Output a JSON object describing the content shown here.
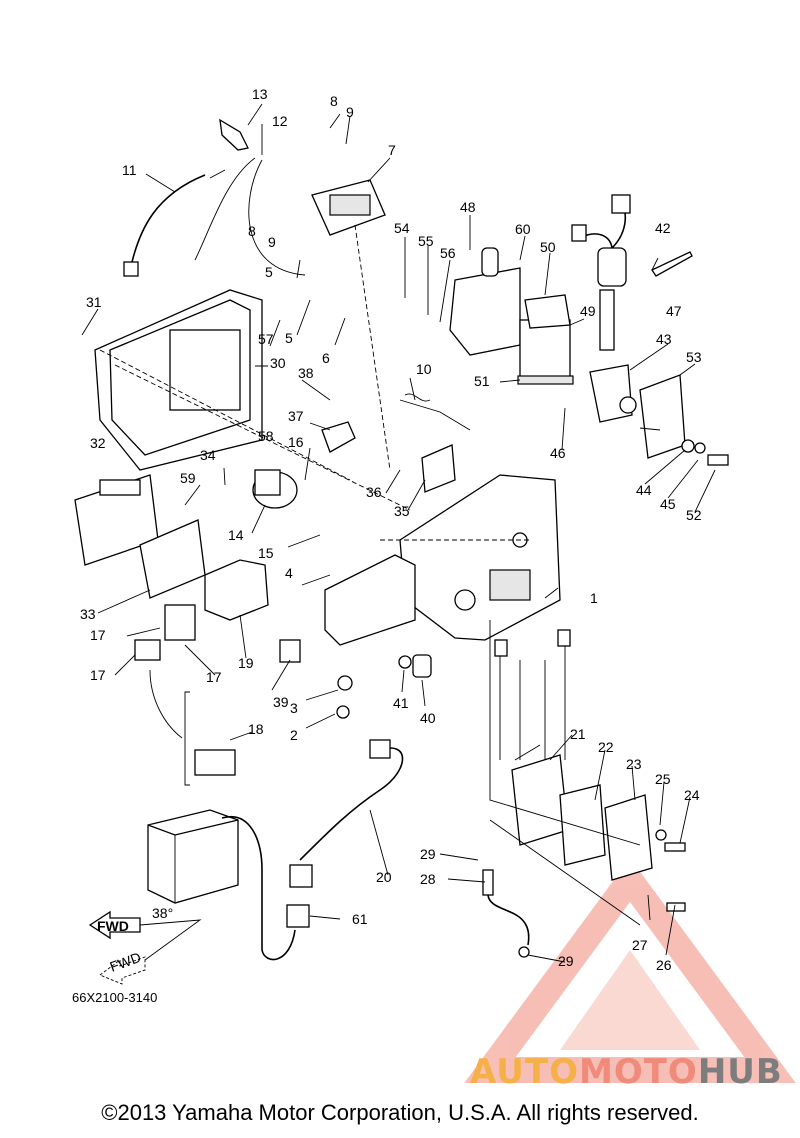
{
  "diagram": {
    "code": "66X2100-3140",
    "fwd_label": "FWD",
    "fwd_label_faded": "FWD",
    "angle_label": "38°",
    "callouts": [
      {
        "n": "1"
      },
      {
        "n": "2"
      },
      {
        "n": "3"
      },
      {
        "n": "4"
      },
      {
        "n": "5"
      },
      {
        "n": "5"
      },
      {
        "n": "6"
      },
      {
        "n": "7"
      },
      {
        "n": "8"
      },
      {
        "n": "8"
      },
      {
        "n": "9"
      },
      {
        "n": "9"
      },
      {
        "n": "10"
      },
      {
        "n": "11"
      },
      {
        "n": "12"
      },
      {
        "n": "13"
      },
      {
        "n": "14"
      },
      {
        "n": "15"
      },
      {
        "n": "16"
      },
      {
        "n": "17"
      },
      {
        "n": "17"
      },
      {
        "n": "17"
      },
      {
        "n": "18"
      },
      {
        "n": "19"
      },
      {
        "n": "20"
      },
      {
        "n": "21"
      },
      {
        "n": "22"
      },
      {
        "n": "23"
      },
      {
        "n": "24"
      },
      {
        "n": "25"
      },
      {
        "n": "26"
      },
      {
        "n": "27"
      },
      {
        "n": "28"
      },
      {
        "n": "29"
      },
      {
        "n": "29"
      },
      {
        "n": "30"
      },
      {
        "n": "31"
      },
      {
        "n": "32"
      },
      {
        "n": "33"
      },
      {
        "n": "34"
      },
      {
        "n": "35"
      },
      {
        "n": "36"
      },
      {
        "n": "37"
      },
      {
        "n": "38"
      },
      {
        "n": "39"
      },
      {
        "n": "40"
      },
      {
        "n": "41"
      },
      {
        "n": "42"
      },
      {
        "n": "43"
      },
      {
        "n": "44"
      },
      {
        "n": "45"
      },
      {
        "n": "46"
      },
      {
        "n": "47"
      },
      {
        "n": "48"
      },
      {
        "n": "49"
      },
      {
        "n": "50"
      },
      {
        "n": "51"
      },
      {
        "n": "52"
      },
      {
        "n": "53"
      },
      {
        "n": "54"
      },
      {
        "n": "55"
      },
      {
        "n": "56"
      },
      {
        "n": "57"
      },
      {
        "n": "58"
      },
      {
        "n": "59"
      },
      {
        "n": "60"
      },
      {
        "n": "61"
      }
    ]
  },
  "watermark": {
    "text_part1": "AUTO",
    "text_part2": "MOTO",
    "text_part3": "HUB",
    "color_auto": "#f5b04a",
    "color_moto": "#f08a7a",
    "color_hub": "#7d7d7d",
    "triangle_color": "#f08a7a"
  },
  "copyright": "©2013 Yamaha Motor Corporation, U.S.A. All rights reserved."
}
